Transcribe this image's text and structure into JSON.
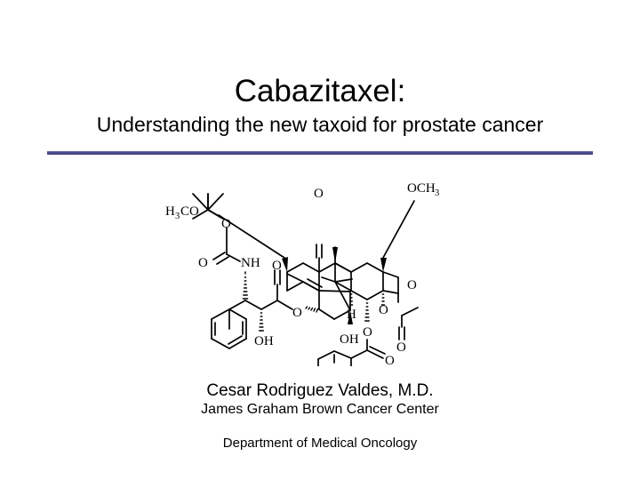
{
  "slide": {
    "background_color": "#ffffff",
    "title": {
      "main": "Cabazitaxel:",
      "subtitle": "Understanding the new taxoid for prostate cancer"
    },
    "divider": {
      "color": "#4b4b8f"
    },
    "byline": {
      "name": "Cesar Rodriguez Valdes, M.D.",
      "organization": "James Graham Brown Cancer Center",
      "department": "Department of Medical Oncology"
    },
    "structure": {
      "name": "cabazitaxel-structure",
      "caption": "",
      "labels": {
        "methoxy_left_main": "H",
        "methoxy_left_sub": "3",
        "methoxy_left_tail": "CO",
        "methoxy_right_main": "OCH",
        "methoxy_right_sub": "3",
        "oxygen": "O",
        "nitrogen_h": "NH",
        "hydroxyl": "OH",
        "hydroxyl_core": "OH",
        "hydrogen": "H"
      }
    }
  }
}
